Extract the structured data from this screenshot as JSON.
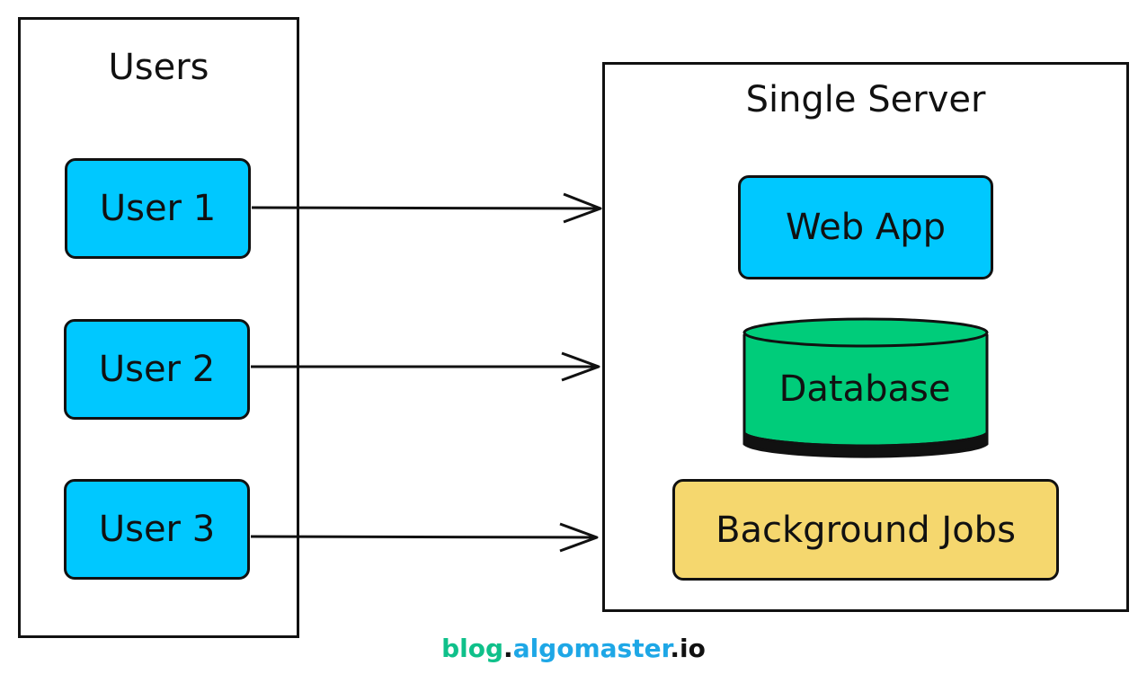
{
  "users_panel": {
    "title": "Users",
    "users": [
      "User 1",
      "User 2",
      "User 3"
    ]
  },
  "server_panel": {
    "title": "Single Server",
    "components": {
      "web_app": "Web App",
      "database": "Database",
      "background_jobs": "Background Jobs"
    }
  },
  "edges": [
    {
      "from": "User 1",
      "to": "Single Server"
    },
    {
      "from": "User 2",
      "to": "Single Server"
    },
    {
      "from": "User 3",
      "to": "Single Server"
    }
  ],
  "watermark": {
    "part1": "blog",
    "part2": "algomaster",
    "part3": "io"
  },
  "colors": {
    "user_box": "#00c8ff",
    "web_app": "#00c8ff",
    "database": "#00cc7a",
    "background_jobs": "#f5d76e",
    "watermark_blog": "#0fc08a",
    "watermark_brand": "#1ea7e6"
  }
}
